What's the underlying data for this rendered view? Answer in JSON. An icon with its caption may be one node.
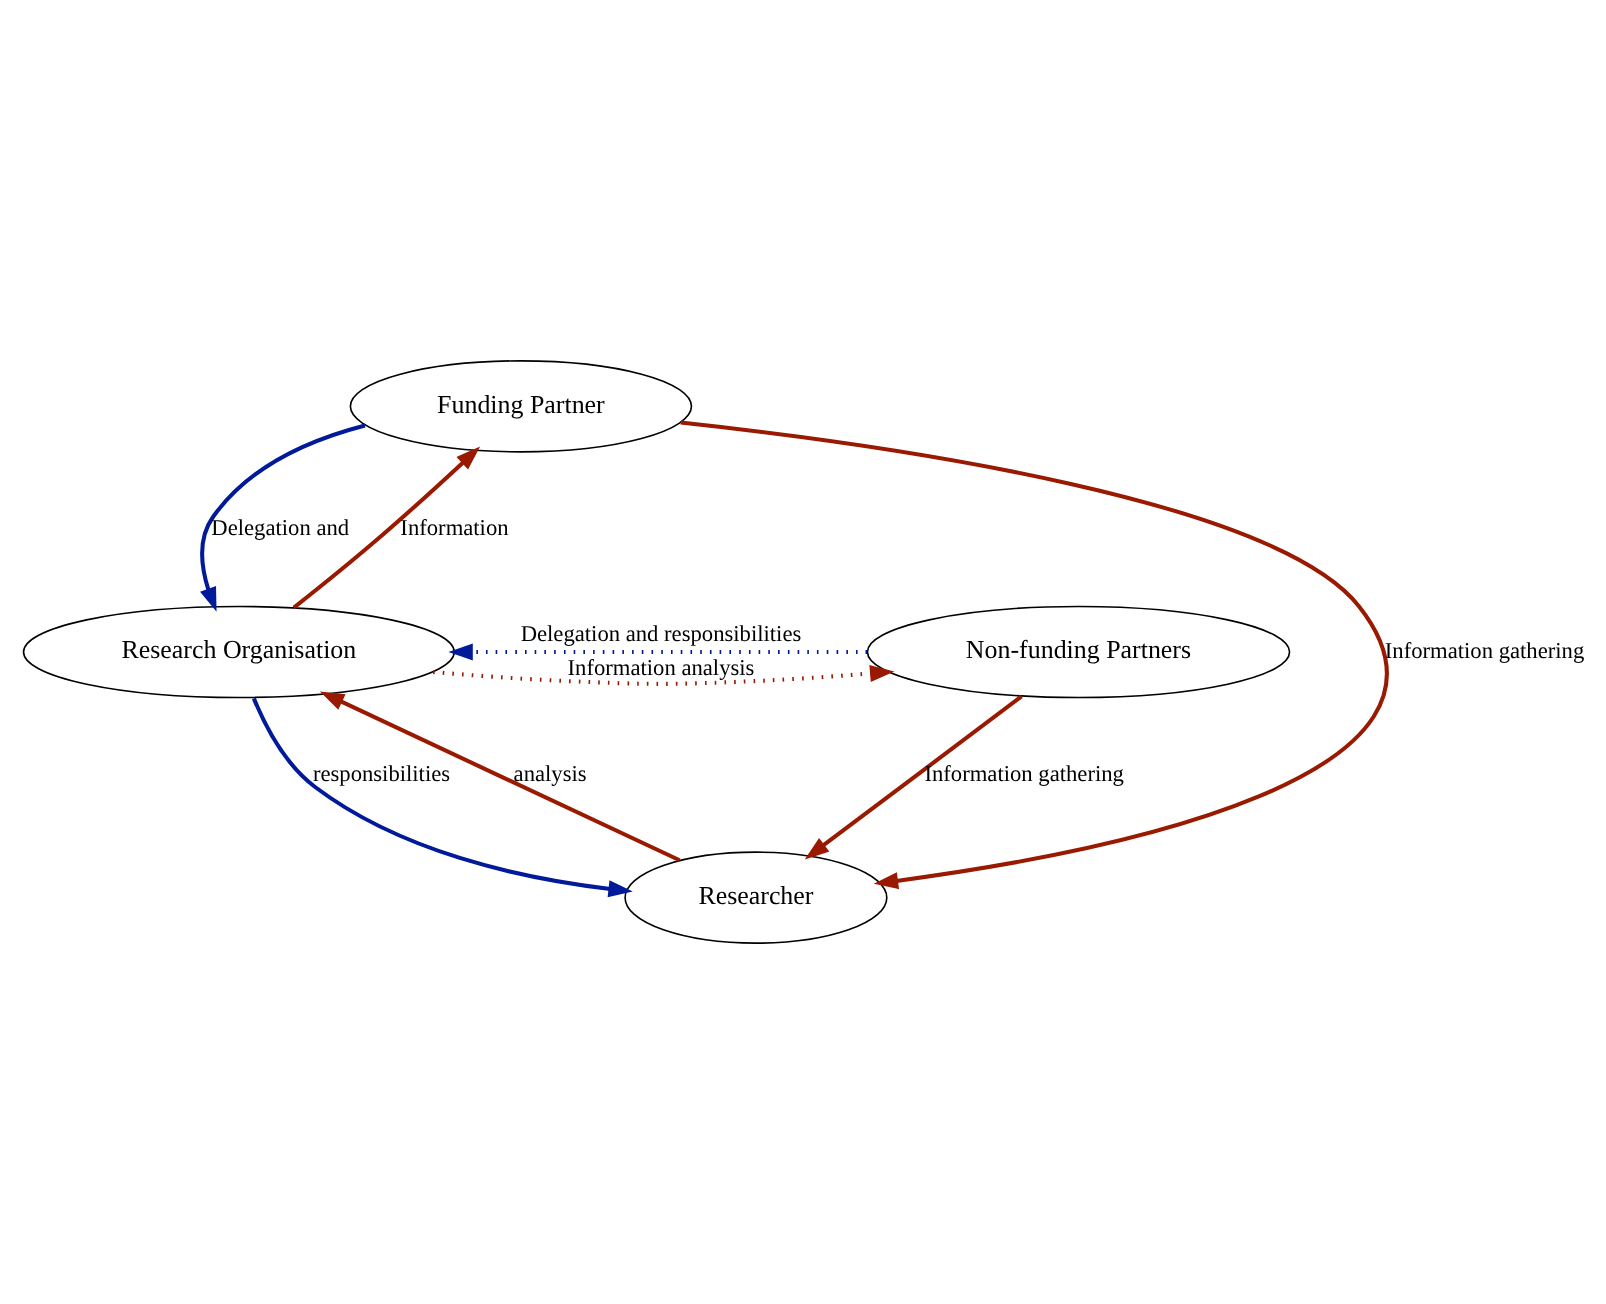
{
  "diagram": {
    "nodes": [
      {
        "text": [
          "Funding Partner"
        ]
      },
      {
        "text": [
          "Non-funding Partners"
        ]
      },
      {
        "text": [
          "Research Organisation"
        ]
      },
      {
        "text": [
          "Researcher"
        ]
      }
    ],
    "edges": [
      {
        "from": 0,
        "to": 2,
        "arrow": "to",
        "label": "Delegation and",
        "color": "#001a99"
      },
      {
        "from": 2,
        "to": 0,
        "arrow": "to",
        "label": "Information"
      },
      {
        "from": 0,
        "to": 3,
        "arrow": "to",
        "label": "Information gathering"
      },
      {
        "from": 1,
        "to": 2,
        "arrow": "to",
        "label": "Delegation and responsibilities",
        "style": "dashed",
        "color": "#001a99"
      },
      {
        "from": 2,
        "to": 1,
        "arrow": "to",
        "label": "Information analysis",
        "style": "dashed"
      },
      {
        "from": 1,
        "to": 3,
        "arrow": "to",
        "label": "Information gathering"
      },
      {
        "from": 3,
        "to": 2,
        "arrow": "to",
        "label": "analysis"
      },
      {
        "from": 2,
        "to": 3,
        "arrow": "to",
        "label": "responsibilities",
        "color": "#001a99"
      }
    ]
  }
}
